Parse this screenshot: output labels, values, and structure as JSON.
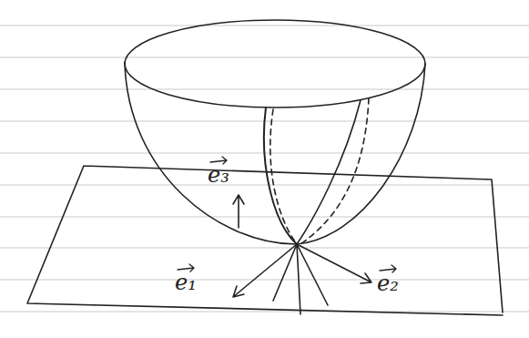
{
  "diagram": {
    "labels": [
      "e₃",
      "e₁",
      "e₂"
    ]
  }
}
